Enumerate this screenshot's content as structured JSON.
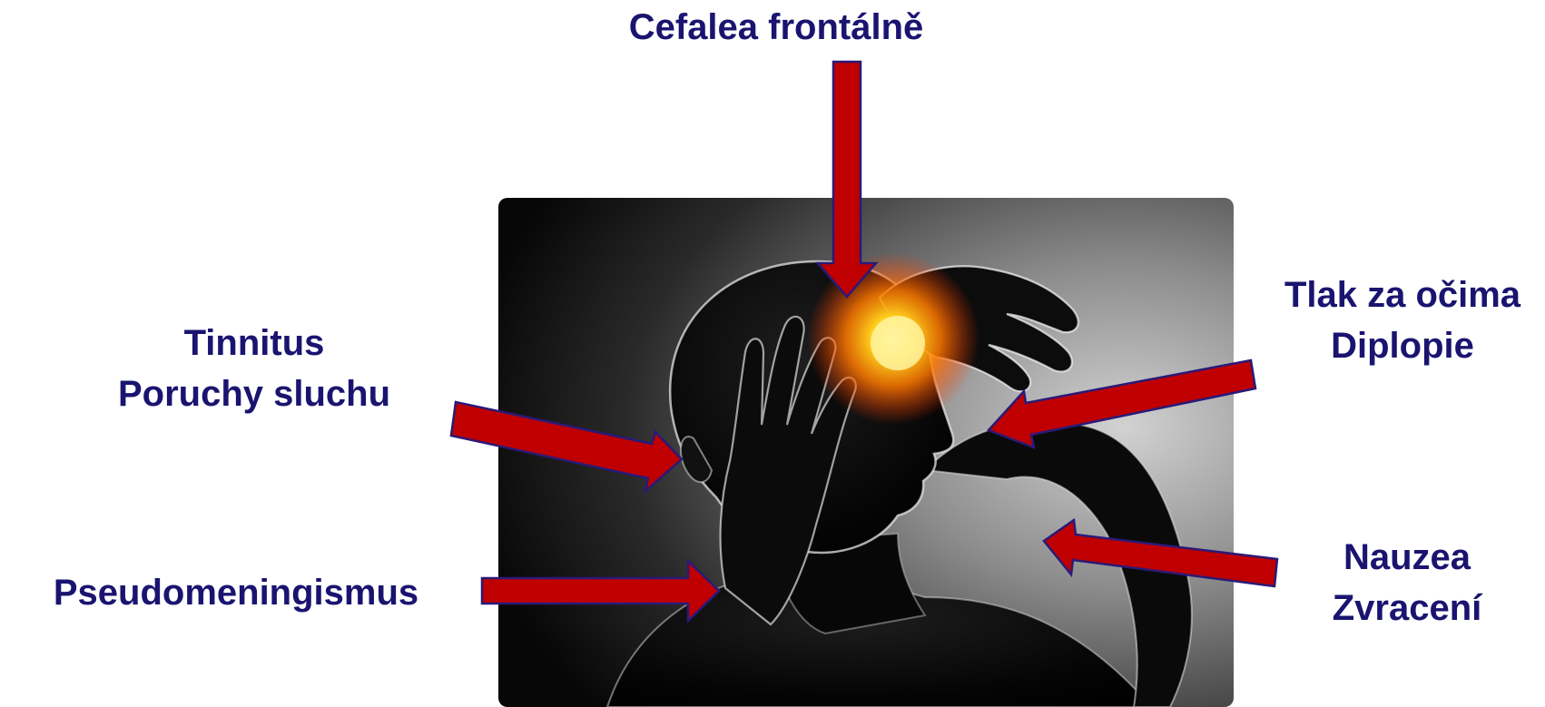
{
  "labels": {
    "top": "Cefalea frontálně",
    "left_upper": [
      "Tinnitus",
      "Poruchy sluchu"
    ],
    "left_lower": "Pseudomeningismus",
    "right_upper": [
      "Tlak za očima",
      "Diplopie"
    ],
    "right_lower": [
      "Nauzea",
      "Zvracení"
    ]
  },
  "image": {
    "subject": "person-holding-head-icon",
    "pain_spot": "glowing-pain-spot-icon"
  },
  "colors": {
    "text": "#1a1470",
    "arrow_fill": "#c00000",
    "arrow_outline": "#2a1a78",
    "photo_bg_dark": "#0a0a0a",
    "photo_bg_light": "#bdbdbd",
    "pain_glow": "#ffd21e"
  }
}
